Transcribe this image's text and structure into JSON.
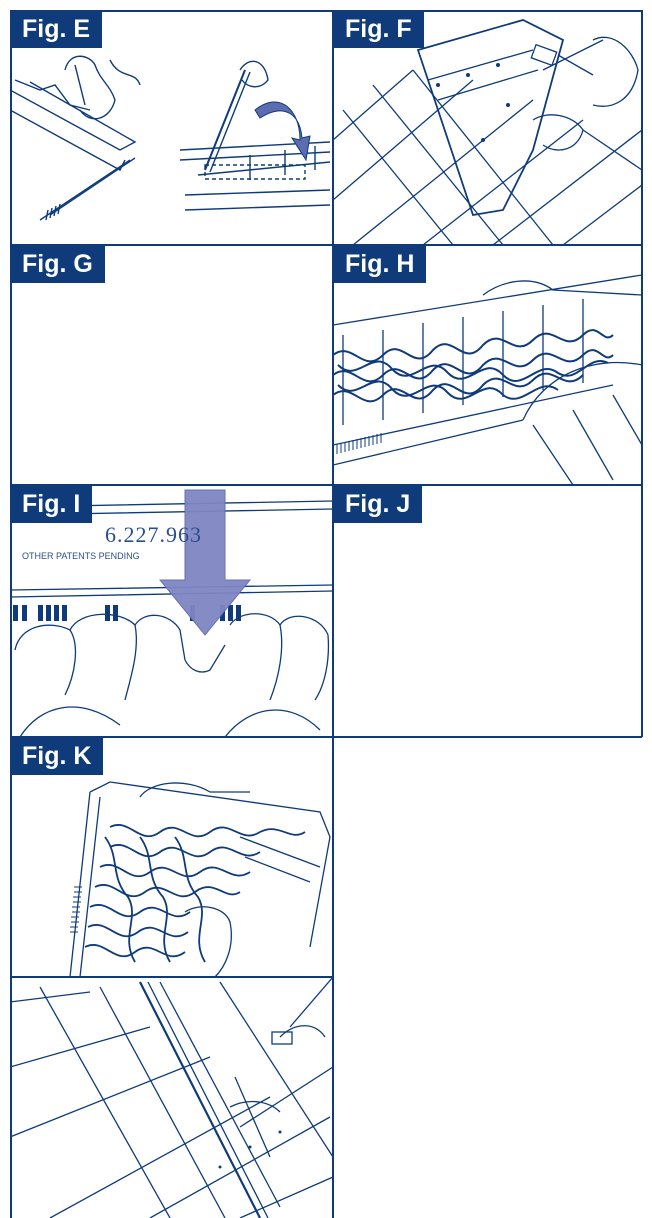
{
  "figures": {
    "e": {
      "label": "Fig. E"
    },
    "f": {
      "label": "Fig. F"
    },
    "g": {
      "label": "Fig. G"
    },
    "h": {
      "label": "Fig. H"
    },
    "i": {
      "label": "Fig. I",
      "patent_number": "6.227.963",
      "patent_text": "OTHER PATENTS PENDING"
    },
    "j": {
      "label": "Fig. J"
    },
    "k": {
      "label": "Fig. K"
    }
  },
  "colors": {
    "brand": "#0f3b7a",
    "accent": "#7f86c2",
    "line": "#0f3b7a"
  }
}
